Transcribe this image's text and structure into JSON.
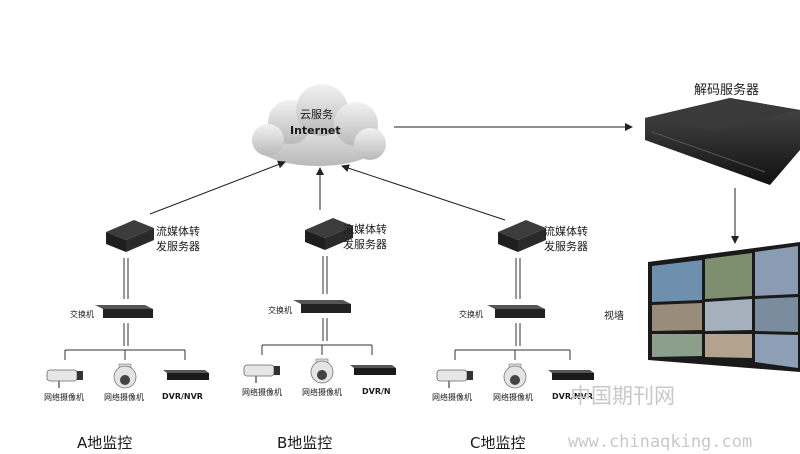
{
  "cloud": {
    "title": "云服务",
    "subtitle": "Internet"
  },
  "decoder": {
    "label": "解码服务器"
  },
  "videowall": {
    "label": "视墙"
  },
  "sites": [
    {
      "relay_line1": "流媒体转",
      "relay_line2": "发服务器",
      "switch": "交换机",
      "camera1": "网络摄像机",
      "camera2": "网络摄像机",
      "dvr": "DVR/NVR",
      "site": "A地监控"
    },
    {
      "relay_line1": "流媒体转",
      "relay_line2": "发服务器",
      "switch": "交换机",
      "camera1": "网络摄像机",
      "camera2": "网络摄像机",
      "dvr": "DVR/N",
      "site": "B地监控"
    },
    {
      "relay_line1": "流媒体转",
      "relay_line2": "发服务器",
      "switch": "交换机",
      "camera1": "网络摄像机",
      "camera2": "网络摄像机",
      "dvr": "DVR/NVR",
      "site": "C地监控"
    }
  ],
  "watermark": {
    "cn": "中国期刊网",
    "url": "www.chinaqking.com"
  }
}
